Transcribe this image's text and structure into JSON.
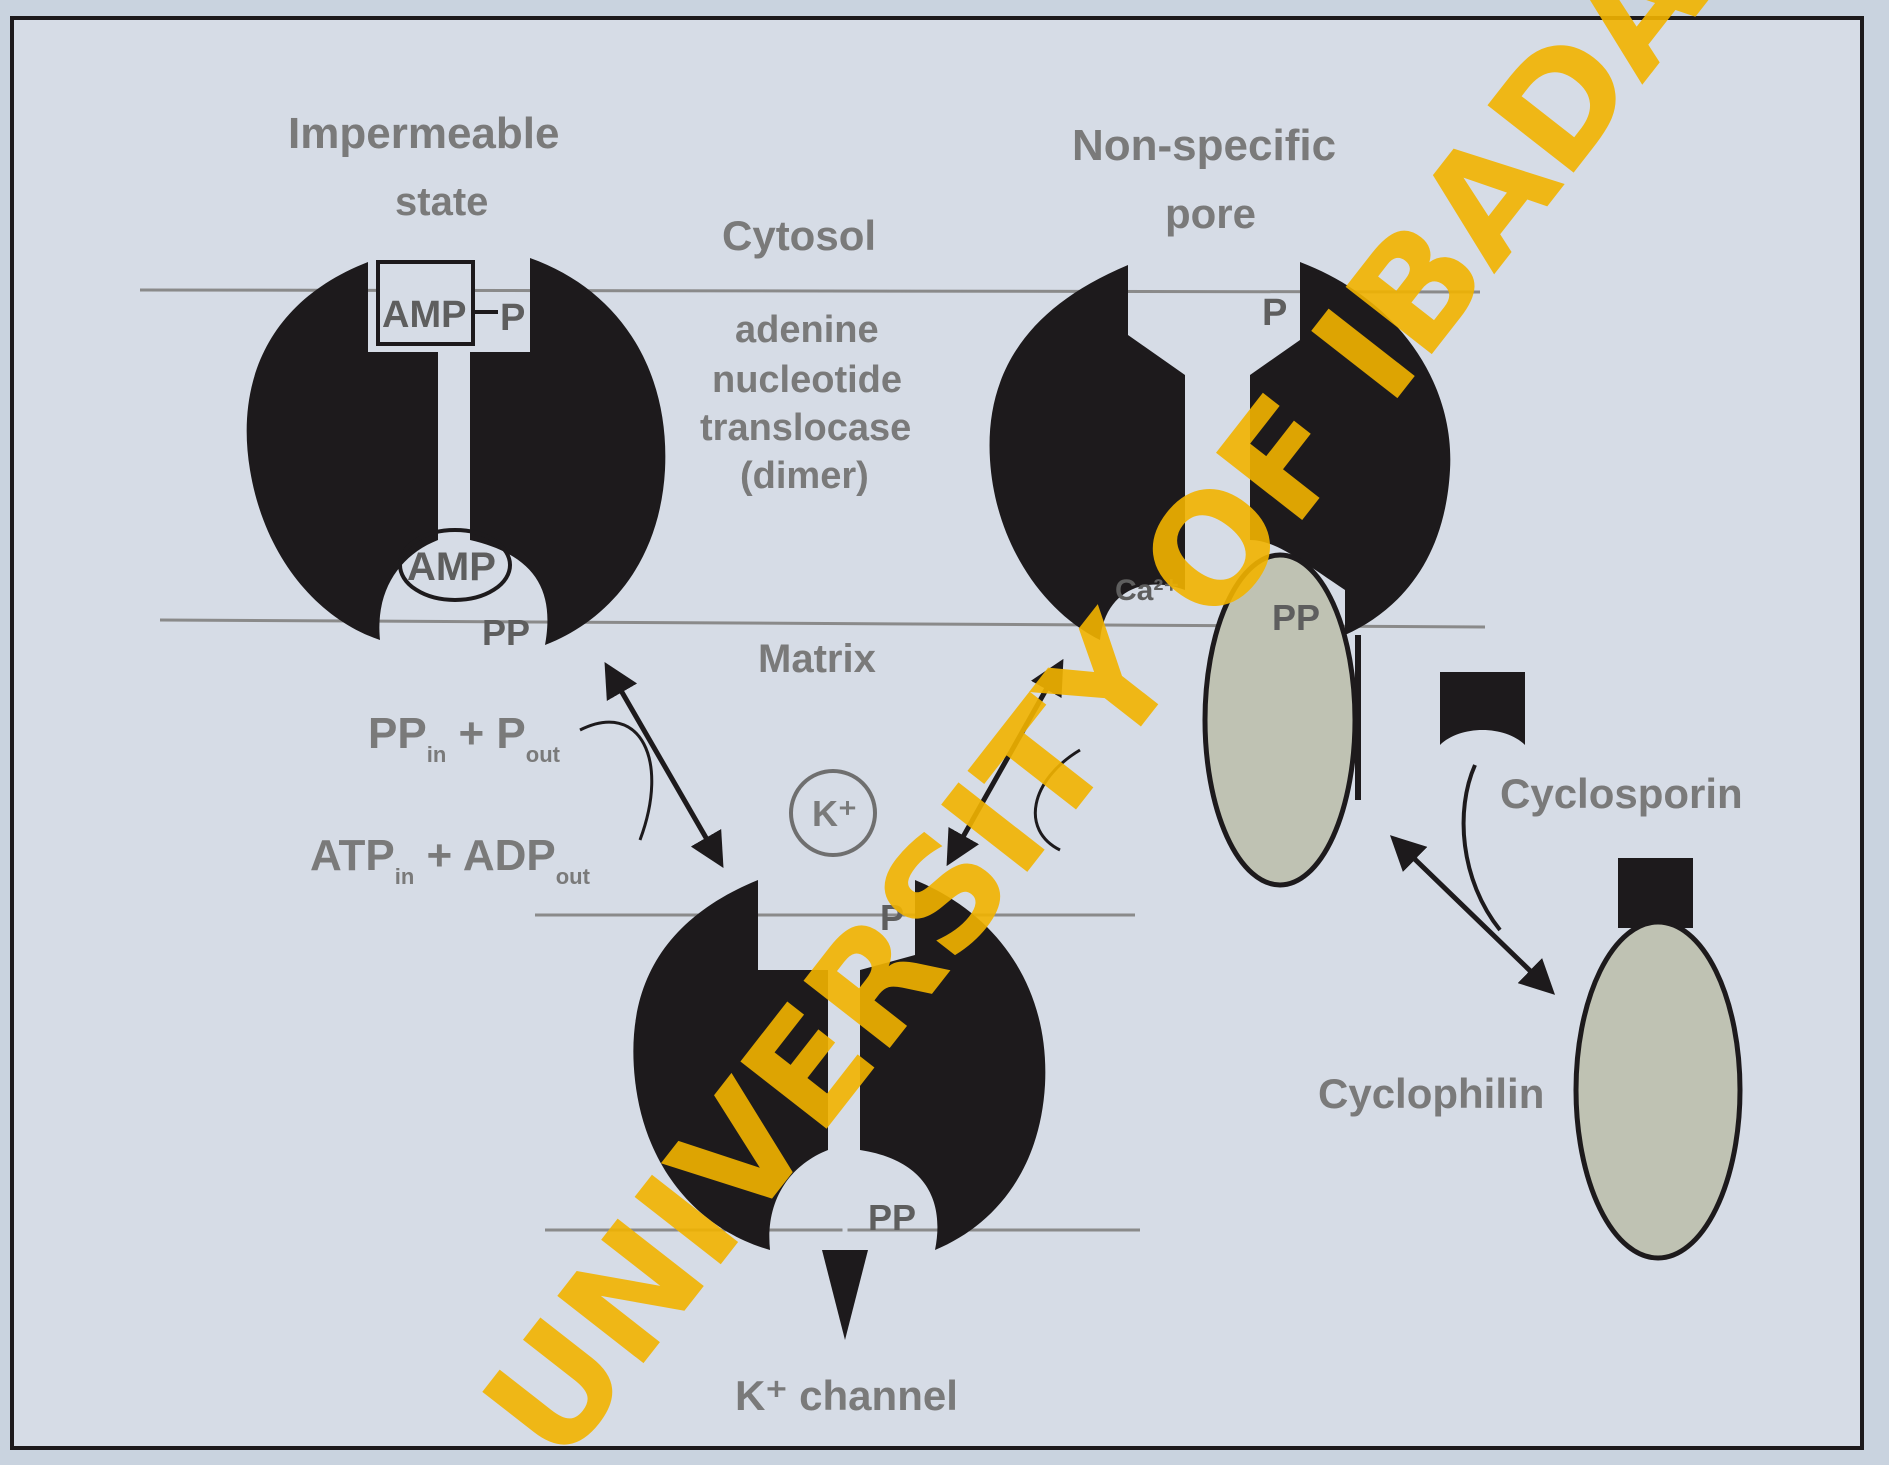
{
  "labels": {
    "impermeable": [
      "Impermeable",
      "state"
    ],
    "nonspecific": [
      "Non-specific",
      "pore"
    ],
    "cytosol": "Cytosol",
    "translocase": [
      "adenine",
      "nucleotide",
      "translocase",
      "(dimer)"
    ],
    "matrix": "Matrix",
    "k_channel": "K⁺ channel",
    "k_ion": "K⁺",
    "cyclosporin": "Cyclosporin",
    "cyclophilin": "Cyclophilin",
    "amp_p": "AMP",
    "p_suffix": "P",
    "amp_circle": "AMP",
    "pp": "PP",
    "ca": "Ca²⁺",
    "p_right": "P",
    "p_bottom": "P",
    "pp_right": "PP",
    "pp_bottom": "PP"
  },
  "equation": {
    "upper": {
      "a": "PP",
      "a_sub": "in",
      "b": "P",
      "b_sub": "out"
    },
    "lower": {
      "a": "ATP",
      "a_sub": "in",
      "b": "ADP",
      "b_sub": "out"
    }
  },
  "watermark": "UNIVERSITY OF IBADAN LIBRARY",
  "colors": {
    "background": "#c9d3df",
    "panel": "#d6dce6",
    "protein": "#1d1a1c",
    "cyclophilin_fill": "#bfc2b3",
    "watermark": "#f2b400"
  }
}
